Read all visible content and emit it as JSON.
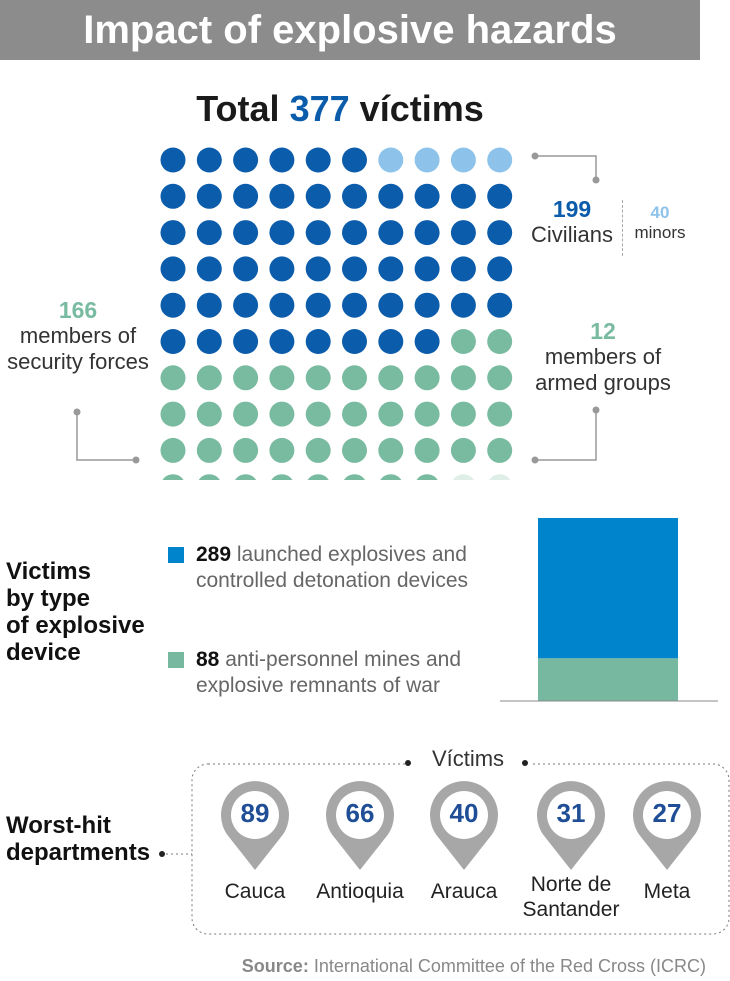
{
  "banner": {
    "title": "Impact of explosive hazards"
  },
  "total": {
    "prefix": "Total",
    "number": "377",
    "suffix": "víctims"
  },
  "dot_labels": {
    "civilians": {
      "number": "199",
      "label": "Civilians"
    },
    "minors": {
      "number": "40",
      "label": "minors"
    },
    "security": {
      "number": "166",
      "line1": "members of",
      "line2": "security forces"
    },
    "armed": {
      "number": "12",
      "line1": "members of",
      "line2": "armed groups"
    }
  },
  "device_section": {
    "title_lines": [
      "Victims",
      "by type",
      "of explosive",
      "device"
    ],
    "items": [
      {
        "number": "289",
        "line1": "launched explosives and",
        "line2": "controlled detonation devices"
      },
      {
        "number": "88",
        "line1": "anti-personnel mines and",
        "line2": "explosive remnants of war"
      }
    ]
  },
  "departments_section": {
    "title_lines": [
      "Worst-hit",
      "departments"
    ],
    "header": "Víctims",
    "items": [
      {
        "number": "89",
        "name_lines": [
          "Cauca"
        ]
      },
      {
        "number": "66",
        "name_lines": [
          "Antioquia"
        ]
      },
      {
        "number": "40",
        "name_lines": [
          "Arauca"
        ]
      },
      {
        "number": "31",
        "name_lines": [
          "Norte de",
          "Santander"
        ]
      },
      {
        "number": "27",
        "name_lines": [
          "Meta"
        ]
      }
    ]
  },
  "source": {
    "label": "Source:",
    "text": "International Committee of the Red Cross (ICRC)"
  },
  "colors": {
    "banner": "#8c8c8c",
    "civilian_dot": "#0b5cab",
    "minor_dot": "#8dc3ea",
    "security_dot": "#79bba0",
    "armed_dot": "#dfefe7",
    "launched_bar": "#0084cc",
    "mines_bar": "#76b9a0",
    "pin": "#a7a7a7",
    "pin_number": "#1f4e96"
  },
  "chart_data": [
    {
      "type": "waffle",
      "title": "Total 377 víctims",
      "grid": {
        "rows": 10,
        "cols": 10
      },
      "series": [
        {
          "name": "Civilians",
          "value": 199,
          "dots": 54
        },
        {
          "name": "minors",
          "value": 40,
          "dots": 4
        },
        {
          "name": "members of security forces",
          "value": 166,
          "dots": 40
        },
        {
          "name": "members of armed groups",
          "value": 12,
          "dots": 2
        }
      ]
    },
    {
      "type": "bar",
      "stacked": true,
      "series": [
        {
          "name": "launched explosives and controlled detonation devices",
          "value": 289
        },
        {
          "name": "anti-personnel mines and explosive remnants of war",
          "value": 88
        }
      ],
      "total": 377
    },
    {
      "type": "table",
      "header": "Víctims",
      "categories": [
        "Cauca",
        "Antioquia",
        "Arauca",
        "Norte de Santander",
        "Meta"
      ],
      "values": [
        89,
        66,
        40,
        31,
        27
      ]
    }
  ]
}
